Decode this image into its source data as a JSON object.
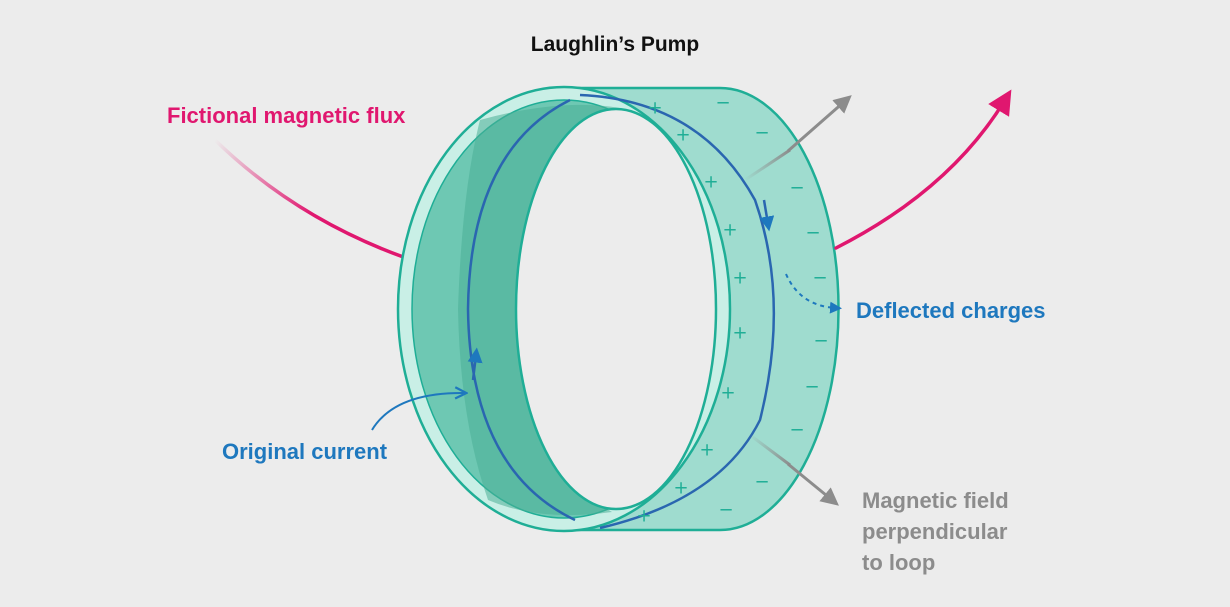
{
  "title": "Laughlin’s Pump",
  "labels": {
    "flux": "Fictional magnetic flux",
    "deflected": "Deflected charges",
    "current": "Original current",
    "field": [
      "Magnetic field",
      "perpendicular",
      "to loop"
    ]
  },
  "charges": {
    "plus": "+",
    "minus": "−"
  },
  "colors": {
    "background": "#ececec",
    "flux": "#e0176f",
    "current": "#1e78be",
    "field": "#8c8c8c",
    "ring_stroke": "#1fae96",
    "ring_band": "#9fdccf",
    "ring_inner": "#6ec8b3",
    "ring_dark": "#4aae96",
    "ring_lip": "#c9efe6",
    "charge": "#1fae96"
  }
}
